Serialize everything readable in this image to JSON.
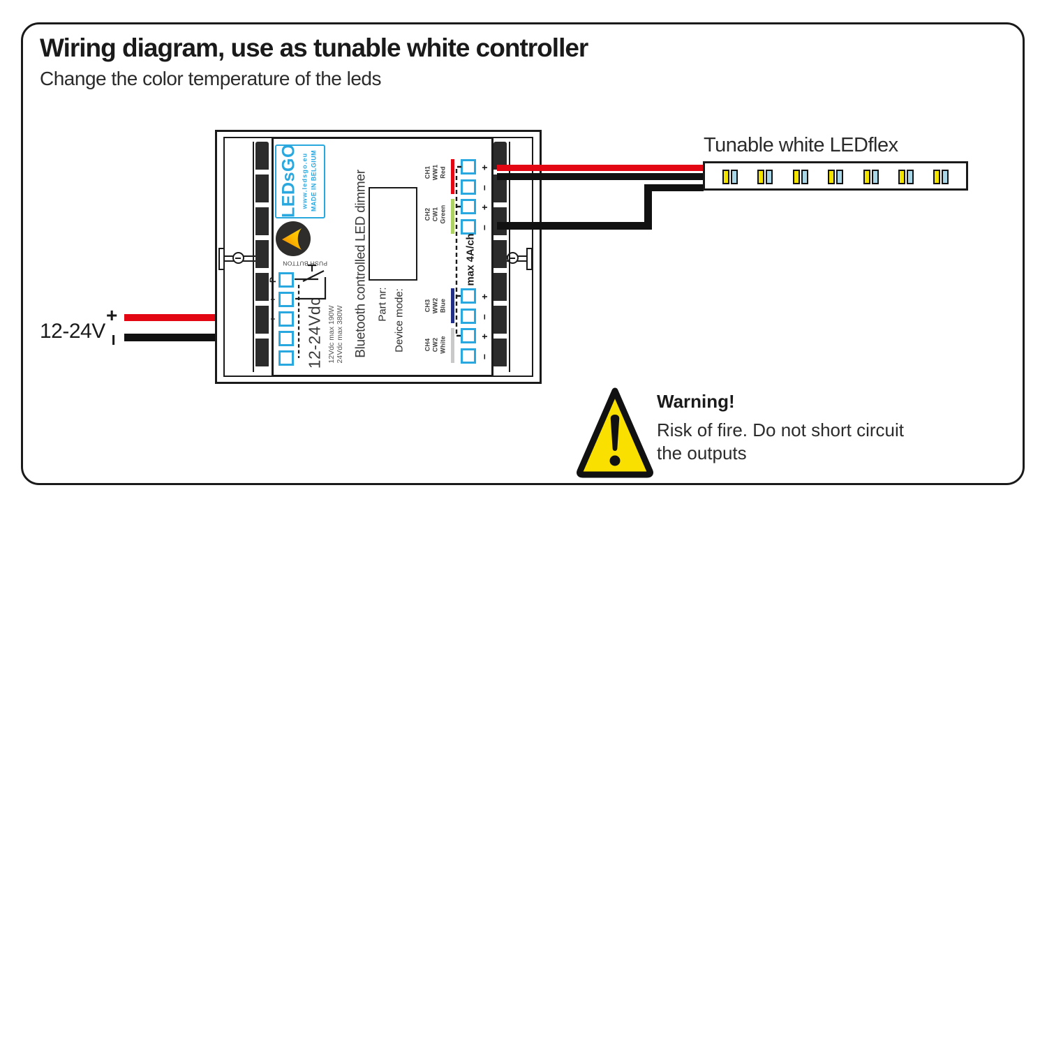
{
  "page": {
    "title": "Wiring diagram, use as tunable white controller",
    "subtitle": "Change the color temperature of the leds"
  },
  "power_input": {
    "label": "12-24V",
    "plus": "+",
    "minus": "−"
  },
  "device": {
    "brand": {
      "name": "LEDsGO",
      "website": "www.ledsgo.eu",
      "origin": "MADE IN BELGIUM"
    },
    "push_button_label": "PUSH BUTTON",
    "input_voltage": "12-24Vdc",
    "rating_line1": "12Vdc max 190W",
    "rating_line2": "24Vdc max 380W",
    "product_name": "Bluetooth controlled LED dimmer",
    "part_nr_label": "Part nr:",
    "device_mode_label": "Device mode:",
    "max_current_label": "max 4A/ch",
    "input_terminal_labels": [
      "P",
      "+",
      "+",
      "−",
      "−"
    ],
    "channels": [
      {
        "id": "CH1",
        "signal": "WW1",
        "color_name": "Red",
        "bar_color": "#e30613",
        "plus": "+",
        "minus": "−"
      },
      {
        "id": "CH2",
        "signal": "CW1",
        "color_name": "Green",
        "bar_color": "#aed163",
        "plus": "+",
        "minus": "−"
      },
      {
        "id": "CH3",
        "signal": "WW2",
        "color_name": "Blue",
        "bar_color": "#232e85",
        "plus": "+",
        "minus": "−"
      },
      {
        "id": "CH4",
        "signal": "CW2",
        "color_name": "White",
        "bar_color": "#c9c9c9",
        "plus": "+",
        "minus": "−"
      }
    ]
  },
  "led_strip": {
    "title": "Tunable white LEDflex",
    "led_count": 7,
    "warm_color": "#f2e400",
    "cool_color": "#a9d7e8"
  },
  "warning": {
    "title": "Warning!",
    "line1": "Risk of fire. Do not short circuit",
    "line2": "the outputs",
    "triangle_color": "#f9e000"
  },
  "colors": {
    "accent_blue": "#29a8df",
    "wire_red": "#e30613",
    "wire_black": "#111111"
  }
}
